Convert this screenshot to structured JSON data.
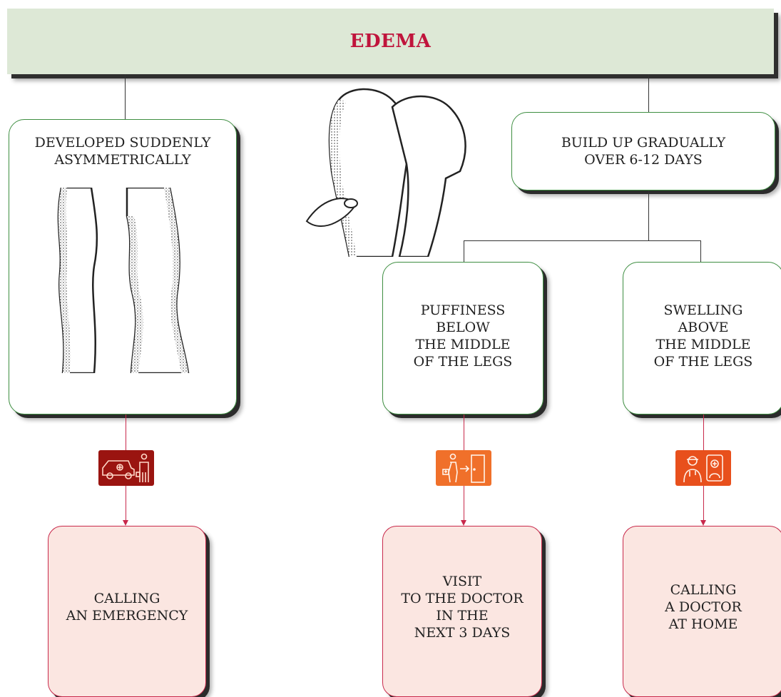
{
  "title": "EDEMA",
  "left_branch": {
    "label_line1": "DEVELOPED SUDDENLY",
    "label_line2": "ASYMMETRICALLY",
    "illustration": "asymmetric-legs-illustration",
    "action_icon": "ambulance-doctor-icon",
    "action_line1": "CALLING",
    "action_line2": "AN EMERGENCY"
  },
  "center_illustration": "knee-swelling-illustration",
  "right_branch": {
    "label_line1": "BUILD UP GRADUALLY",
    "label_line2": "OVER 6-12 DAYS",
    "sub_left": {
      "lines": [
        "PUFFINESS",
        "BELOW",
        "THE MIDDLE",
        "OF THE LEGS"
      ],
      "action_icon": "doctor-visit-door-icon",
      "action_lines": [
        "VISIT",
        "TO THE DOCTOR",
        "IN THE",
        "NEXT 3 DAYS"
      ]
    },
    "sub_right": {
      "lines": [
        "SWELLING",
        "ABOVE",
        "THE MIDDLE",
        "OF THE LEGS"
      ],
      "action_icon": "doctor-home-call-icon",
      "action_lines": [
        "CALLING",
        "A DOCTOR",
        "AT HOME"
      ]
    }
  },
  "colors": {
    "title_bg": "#dde8d6",
    "title_text": "#c0143c",
    "green_border": "#3e8e41",
    "pink_bg": "#fbe6e1",
    "red_line": "#c8294b",
    "emergency_icon_bg": "#9a1410",
    "visit_icon_bg": "#f0702a",
    "home_icon_bg": "#e8501c"
  }
}
